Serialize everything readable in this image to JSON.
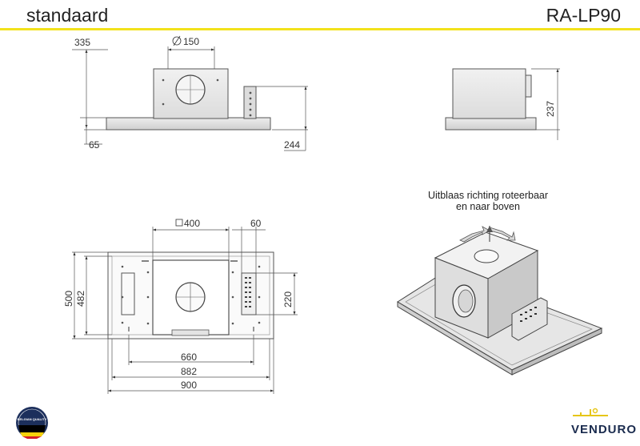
{
  "header": {
    "title_left": "standaard",
    "title_right": "RA-LP90",
    "accent_color": "#f2e21c"
  },
  "front_view": {
    "dim_top": "335",
    "dim_duct": "150",
    "dim_bottom_left": "65",
    "dim_bottom_right": "244"
  },
  "side_view": {
    "dim_height": "237"
  },
  "top_view": {
    "dim_square": "400",
    "dim_60": "60",
    "dim_500": "500",
    "dim_482": "482",
    "dim_220": "220",
    "dim_660": "660",
    "dim_882": "882",
    "dim_900": "900"
  },
  "iso_view": {
    "label_line1": "Uitblaas richting roteerbaar",
    "label_line2": "en naar boven"
  },
  "footer": {
    "brand": "VENDURO",
    "badge_text": "BELGIAN QUALITY",
    "brand_color": "#1a2b4e",
    "badge_colors": [
      "#1c2f5c",
      "#000000",
      "#f6d20b",
      "#d4202a"
    ]
  }
}
